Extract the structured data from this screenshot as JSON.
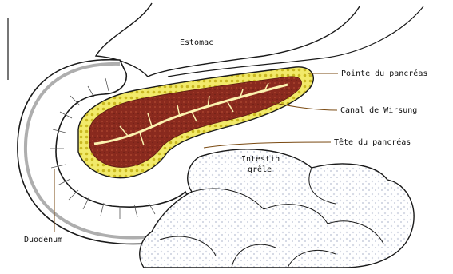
{
  "labels": {
    "estomac": "Estomac",
    "pointe": "Pointe du pancréas",
    "canal": "Canal de Wirsung",
    "tete": "Tête du pancréas",
    "intestin_line1": "Intestin",
    "intestin_line2": "grêle",
    "duodenum": "Duodénum"
  },
  "colors": {
    "outline": "#1a1a1a",
    "pancreas_fill": "#8a2a1e",
    "pancreas_highlight": "#b24a32",
    "fat_layer": "#f2ea6a",
    "fat_dots": "#c9b820",
    "duct": "#fbf3b0",
    "duodenum_wall": "#9a9a9a",
    "intestine_shade": "#d7dbe6",
    "leader_line": "#7a4a12"
  }
}
